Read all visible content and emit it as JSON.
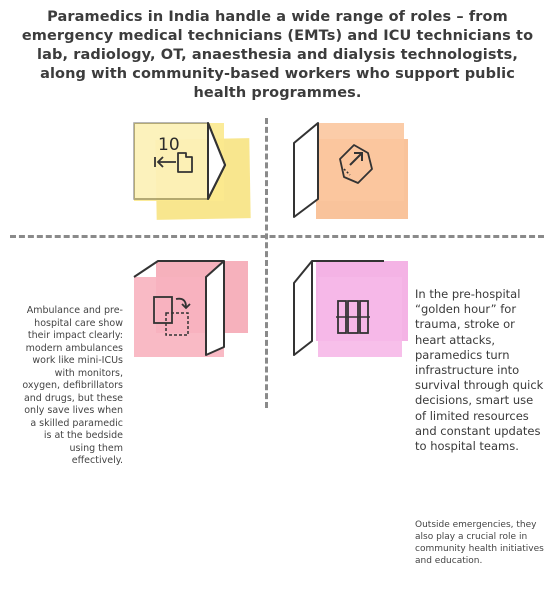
{
  "title": "Paramedics in India handle a wide range of roles – from emergency medical technicians (EMTs) and ICU technicians to lab, radiology, OT, anaesthesia and dialysis technologists, along with community-based workers who support public health programmes.",
  "tiles": [
    {
      "icon": "timer-exit-icon",
      "color": "#f7e27a",
      "label": "10"
    },
    {
      "icon": "navigation-arrow-icon",
      "color": "#f8b98a"
    },
    {
      "icon": "swap-layers-icon",
      "color": "#f5a3b0"
    },
    {
      "icon": "building-blocks-icon",
      "color": "#f2a6e0"
    }
  ],
  "left_text": "Ambulance and pre-hospital care show their impact clearly: modern ambulances work like mini-ICUs with monitors, oxygen, defibrillators and drugs, but these only save lives when a skilled paramedic is at the bedside using them effectively.",
  "right_text": "In the pre-hospital “golden hour” for trauma, stroke or heart attacks, paramedics turn infrastructure into survival through quick decisions, smart use of limited resources and constant updates to hospital teams.",
  "right_small_text": "Outside emergencies, they also play a crucial role in community health initiatives and education."
}
